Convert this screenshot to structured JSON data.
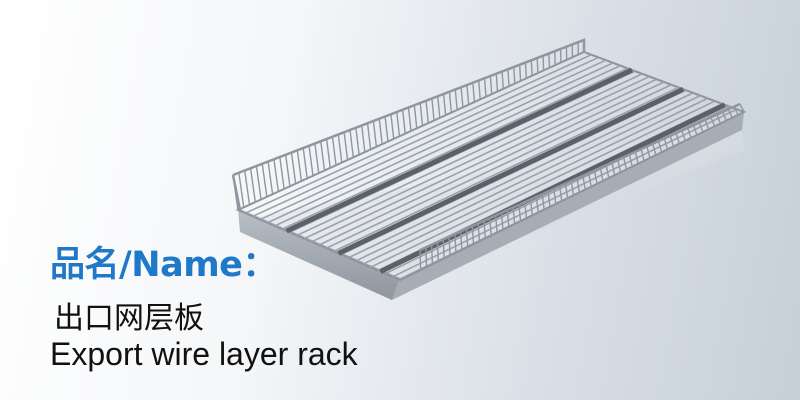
{
  "heading": "品名/Name：",
  "product_name_cn": "出口网层板",
  "product_name_en": "Export wire layer rack",
  "colors": {
    "heading": "#1f78c8",
    "text": "#111111",
    "wire": "#8d949c",
    "frame": "#a9b0b8"
  },
  "image": "wire-shelf-rack-photo"
}
